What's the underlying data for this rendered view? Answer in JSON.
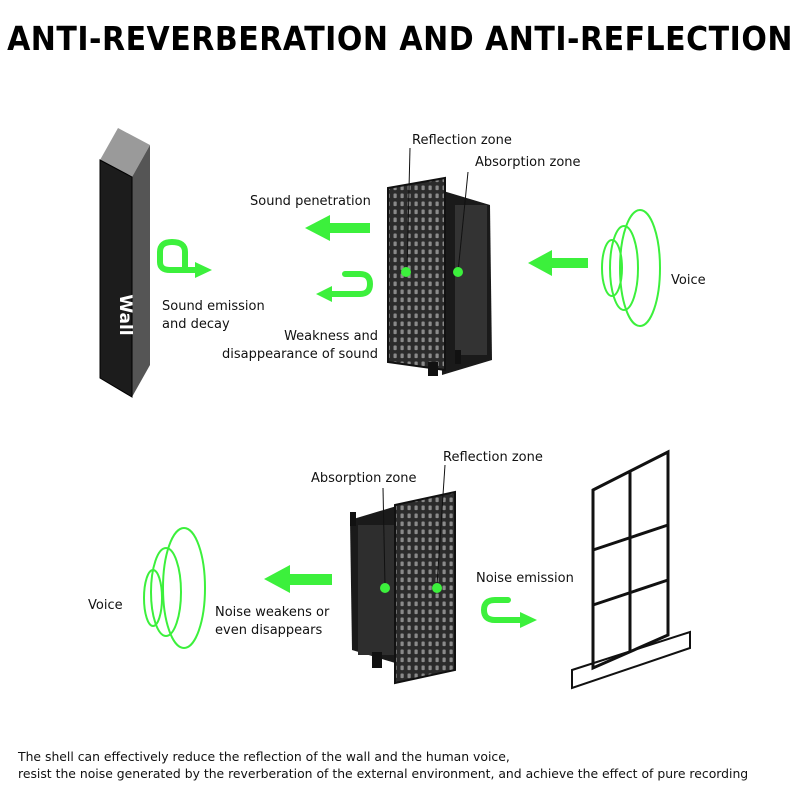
{
  "title": "ANTI-REVERBERATION AND ANTI-REFLECTION",
  "top_diagram": {
    "wall_label": "Wall",
    "sound_penetration": "Sound penetration",
    "sound_emission": "Sound emission\nand decay",
    "weakness": "Weakness and\ndisappearance of sound",
    "reflection_zone": "Reflection zone",
    "absorption_zone": "Absorption zone",
    "voice": "Voice"
  },
  "bottom_diagram": {
    "absorption_zone": "Absorption zone",
    "reflection_zone": "Reflection zone",
    "noise_emission": "Noise emission",
    "noise_weakens": "Noise weakens or\neven disappears",
    "voice": "Voice"
  },
  "footer": {
    "line1": "The shell can effectively reduce the reflection of the wall and the human voice,",
    "line2": "resist the noise generated by the reverberation of the external environment, and achieve the effect of pure recording"
  },
  "colors": {
    "accent": "#3cf03c",
    "panel": "#2a2a2a",
    "wall": "#1c1c1c"
  }
}
